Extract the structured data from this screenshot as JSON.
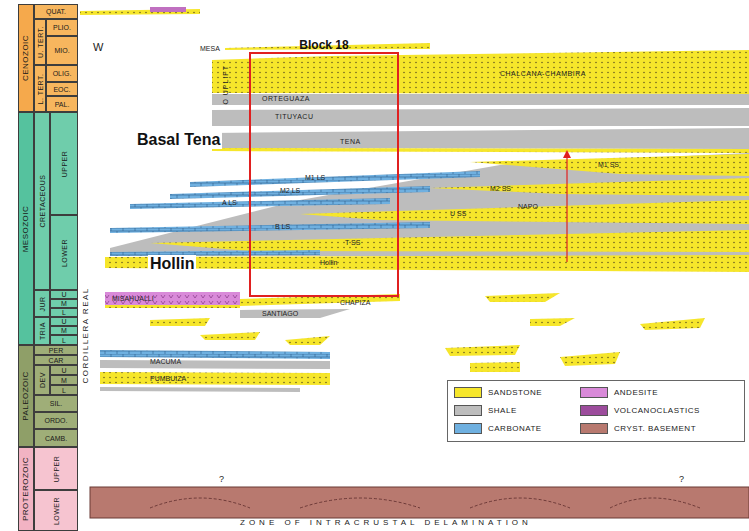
{
  "diagram": {
    "nodes": [
      {
        "text": [
          "CENOZOIC"
        ]
      },
      {
        "text": [
          "QUAT."
        ]
      },
      {
        "text": [
          "U. TERT."
        ]
      },
      {
        "text": [
          "PLIO."
        ]
      },
      {
        "text": [
          "MIO."
        ]
      },
      {
        "text": [
          "L. TERT."
        ]
      },
      {
        "text": [
          "OLIG."
        ]
      },
      {
        "text": [
          "EOC."
        ]
      },
      {
        "text": [
          "PAL."
        ]
      },
      {
        "text": [
          "MESOZOIC"
        ]
      },
      {
        "text": [
          "CRETACEOUS"
        ]
      },
      {
        "text": [
          "UPPER"
        ]
      },
      {
        "text": [
          "LOWER"
        ]
      },
      {
        "text": [
          "JUR"
        ]
      },
      {
        "text": [
          "U"
        ]
      },
      {
        "text": [
          "M"
        ]
      },
      {
        "text": [
          "L"
        ]
      },
      {
        "text": [
          "TRIA"
        ]
      },
      {
        "text": [
          "U"
        ]
      },
      {
        "text": [
          "M"
        ]
      },
      {
        "text": [
          "L"
        ]
      },
      {
        "text": [
          "PALEOZOIC"
        ]
      },
      {
        "text": [
          "PER"
        ]
      },
      {
        "text": [
          "CAR"
        ]
      },
      {
        "text": [
          "DEV"
        ]
      },
      {
        "text": [
          "U"
        ]
      },
      {
        "text": [
          "M"
        ]
      },
      {
        "text": [
          "L"
        ]
      },
      {
        "text": [
          "SIL."
        ]
      },
      {
        "text": [
          "ORDO."
        ]
      },
      {
        "text": [
          "CAMB."
        ]
      },
      {
        "text": [
          "PROTEROZOIC"
        ]
      },
      {
        "text": [
          "UPPER"
        ]
      },
      {
        "text": [
          "LOWER"
        ]
      },
      {
        "text": [
          "Block 18"
        ]
      }
    ],
    "labels": [
      "W",
      "Basal Tena",
      "Hollin",
      "O UPLIFT",
      "CORDILLERA REAL",
      "MESA",
      "CHALCANA-CHAMBIRA",
      "ORTEGUAZA",
      "TITUYACU",
      "TENA",
      "M1 SS",
      "M1 LS",
      "M2 LS",
      "A LS",
      "M2 SS",
      "NAPO",
      "U SS",
      "B LS",
      "T SS",
      "Hollin",
      "MISAHUALLI",
      "CHAPIZA",
      "SANTIAGO",
      "MACUMA",
      "PUMBUIZA",
      "?",
      "?",
      "ZONE OF INTRACRUSTAL DELAMINATION"
    ],
    "legend": [
      {
        "text": "SANDSTONE",
        "color": "#f6e62b"
      },
      {
        "text": "SHALE",
        "color": "#bdbdbd"
      },
      {
        "text": "CARBONATE",
        "color": "#6fb0e0"
      },
      {
        "text": "ANDESITE",
        "color": "#d98ad9"
      },
      {
        "text": "VOLCANOCLASTICS",
        "color": "#9c4c9c"
      },
      {
        "text": "CRYST. BASEMENT",
        "color": "#b8796f"
      }
    ]
  }
}
